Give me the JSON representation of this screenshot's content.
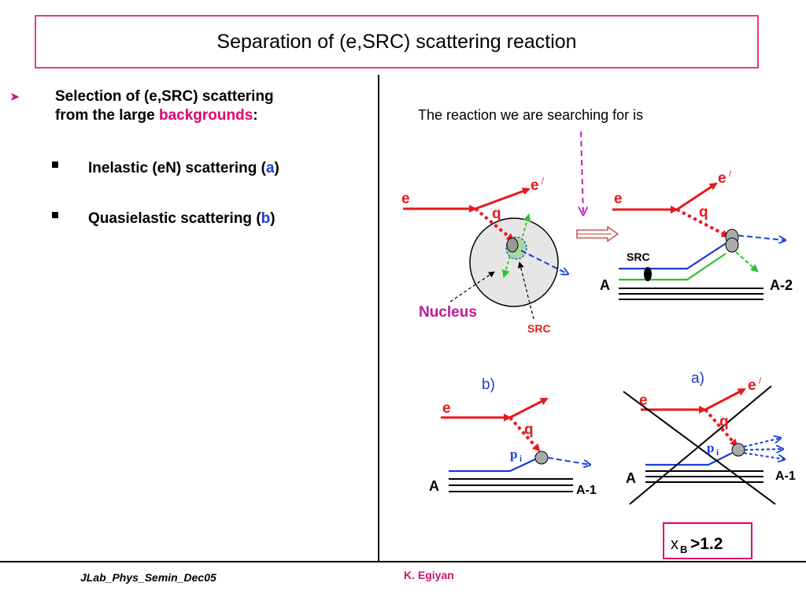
{
  "title": "Separation of (e,SRC) scattering  reaction",
  "bullet": {
    "line1": "Selection of (e,SRC) scattering",
    "line2_prefix": "from the large ",
    "line2_highlight": "backgrounds",
    "line2_suffix": ":"
  },
  "sub_items": [
    {
      "text": "Inelastic (eN) scattering (",
      "letter": "a",
      "close": ")"
    },
    {
      "text": "Quasielastic scattering  (",
      "letter": "b",
      "close": ")"
    }
  ],
  "diagram": {
    "reaction_caption": "The reaction we are searching for is",
    "e_in": "e",
    "e_out": "e",
    "e_prime_mark": "/",
    "q": "q",
    "nucleus_label": "Nucleus",
    "src_label": "SRC",
    "a_label": "A",
    "a_minus_2": "A-2",
    "a_minus_1": "A-1",
    "p_label": "p",
    "p_subscript": "i",
    "panel_a": "a)",
    "panel_b": "b)",
    "xb_x": "x",
    "xb_sub": "B",
    "xb_cond": ">1.2"
  },
  "footer": {
    "left": "JLab_Phys_Semin_Dec05",
    "center": "K. Egiyan"
  },
  "colors": {
    "title_border": "#e0407f",
    "electron": "#e8191e",
    "highlight": "#e0006e",
    "nucleus_label": "#c0179a",
    "blue": "#1a3cd6",
    "green": "#2ec02e",
    "magenta_arrow": "#c020c0"
  }
}
